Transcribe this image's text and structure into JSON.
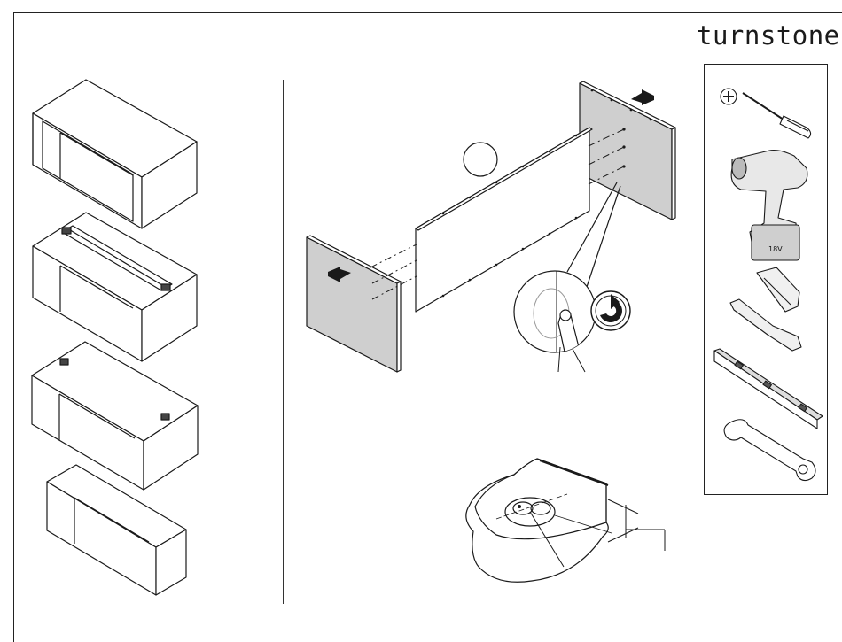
{
  "brand": {
    "name": "turnstone",
    "mark": "°"
  },
  "colors": {
    "panel_fill": "#cfcfcf",
    "line": "#1a1a1a",
    "background": "#ffffff"
  },
  "desk_variants": [
    "desk-plain",
    "desk-with-grommet-channel",
    "desk-with-grommets",
    "desk-return"
  ],
  "tools": [
    "phillips-screwdriver-icon",
    "cordless-drill-icon",
    "drive-bits-icon",
    "level-icon",
    "wrench-icon"
  ],
  "drill_battery_label": "18V"
}
